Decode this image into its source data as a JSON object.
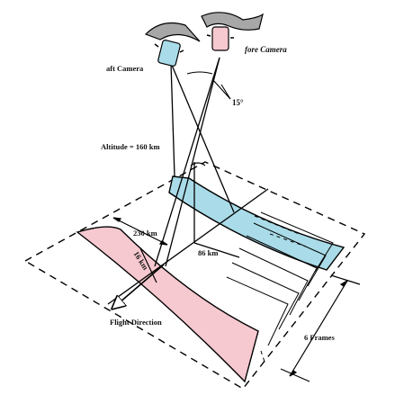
{
  "labels": {
    "aft_camera": "aft Camera",
    "fore_camera": "fore Camera",
    "angle": "15°",
    "altitude": "Altitude = 160 km",
    "width_230": "230 km",
    "width_86": "86 km",
    "width_16": "16 km",
    "flight_direction": "Flight Direction",
    "frames": "6 Frames"
  },
  "colors": {
    "aft_swath": "#f6c8cf",
    "fore_swath": "#a9dbe8",
    "aft_camera_body": "#a9dbe8",
    "fore_camera_body": "#f6c8cf",
    "solar_panel": "#a7a7a7"
  }
}
